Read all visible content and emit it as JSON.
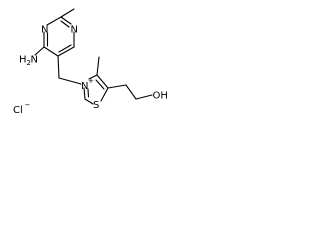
{
  "molecule": {
    "atoms": {
      "amine": "H2N",
      "amine_n": "N",
      "amine_h": "H",
      "amine_sub": "2",
      "ring_n_top": "N",
      "ring_n_left": "N",
      "thiazolium_n": "N",
      "thiazolium_charge": "+",
      "thiazolium_s": "S",
      "hydroxyl": "OH",
      "chloride": "Cl",
      "chloride_charge": "−"
    }
  },
  "colors": {
    "ink": "#000000",
    "background": "#ffffff"
  }
}
